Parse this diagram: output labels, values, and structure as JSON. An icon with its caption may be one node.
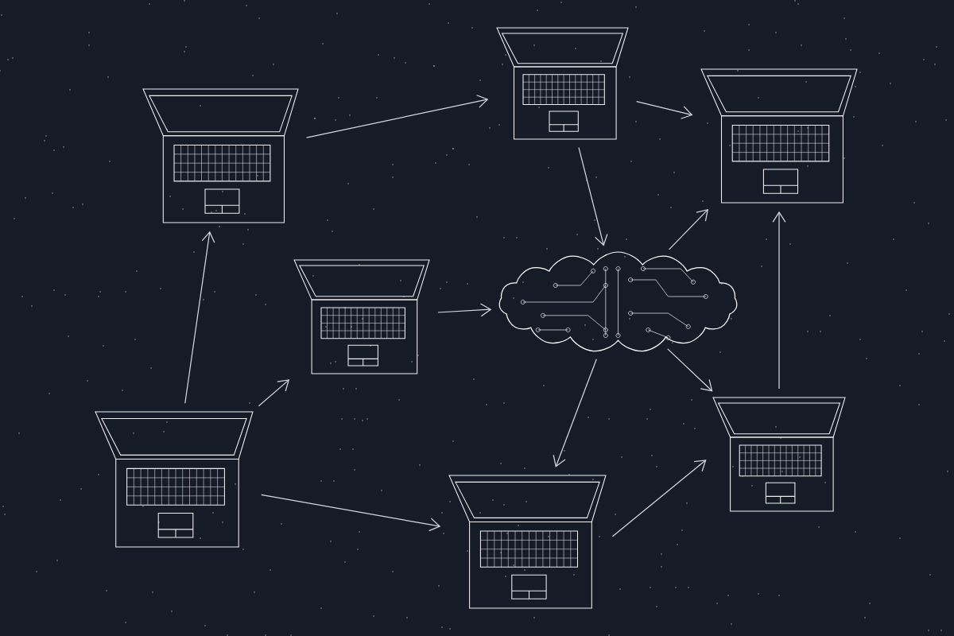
{
  "diagram": {
    "nodes": [
      {
        "text": [],
        "shape": "laptop"
      },
      {
        "text": [],
        "shape": "laptop"
      },
      {
        "text": [],
        "shape": "laptop"
      },
      {
        "text": [],
        "shape": "laptop"
      },
      {
        "text": [],
        "shape": "cloud"
      },
      {
        "text": [],
        "shape": "laptop"
      },
      {
        "text": [],
        "shape": "laptop"
      },
      {
        "text": [],
        "shape": "laptop"
      }
    ],
    "edges": [
      {
        "from": 1,
        "to": 0,
        "arrow": "to"
      },
      {
        "from": 0,
        "to": 2,
        "arrow": "to"
      },
      {
        "from": 0,
        "to": 4,
        "arrow": "to"
      },
      {
        "from": 5,
        "to": 1,
        "arrow": "to"
      },
      {
        "from": 5,
        "to": 3,
        "arrow": "to"
      },
      {
        "from": 3,
        "to": 4,
        "arrow": "to"
      },
      {
        "from": 5,
        "to": 7,
        "arrow": "to"
      },
      {
        "from": 4,
        "to": 2,
        "arrow": "to"
      },
      {
        "from": 4,
        "to": 6,
        "arrow": "to"
      },
      {
        "from": 4,
        "to": 7,
        "arrow": "to"
      },
      {
        "from": 7,
        "to": 6,
        "arrow": "to"
      },
      {
        "from": 6,
        "to": 2,
        "arrow": "to"
      }
    ]
  }
}
